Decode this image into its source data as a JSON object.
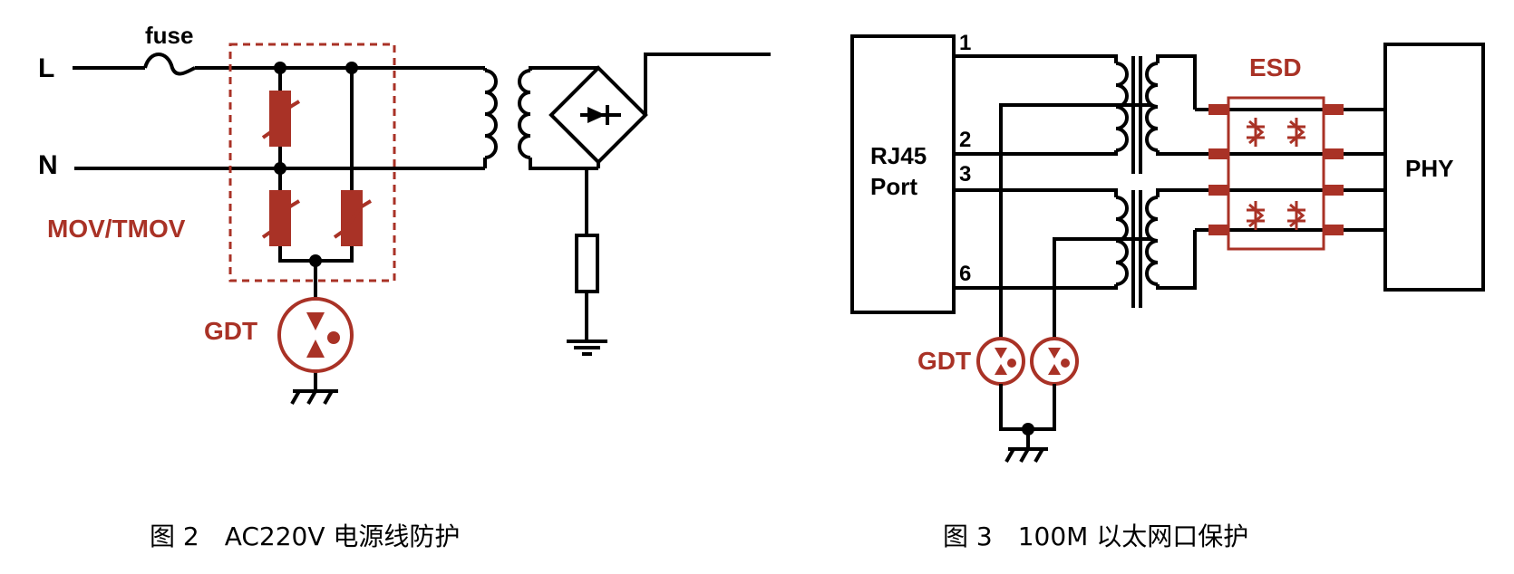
{
  "figure2": {
    "label_L": "L",
    "label_N": "N",
    "label_fuse": "fuse",
    "label_mov": "MOV/TMOV",
    "label_gdt": "GDT",
    "caption": "图 2　AC220V 电源线防护"
  },
  "figure3": {
    "rj45_line1": "RJ45",
    "rj45_line2": "Port",
    "phy": "PHY",
    "esd": "ESD",
    "gdt": "GDT",
    "pins": [
      "1",
      "2",
      "3",
      "6"
    ],
    "caption": "图 3　100M 以太网口保护"
  },
  "colors": {
    "accent": "#a93226",
    "line": "#000000"
  }
}
